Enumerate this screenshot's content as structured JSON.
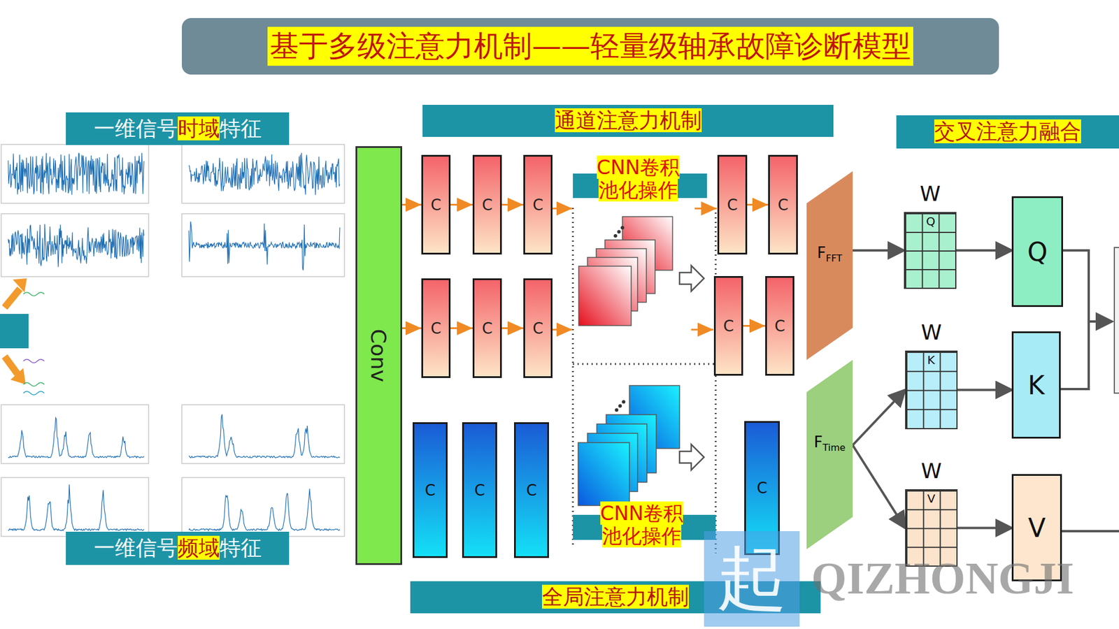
{
  "diagram": {
    "title": "基于多级注意力机制——轻量级轴承故障诊断模型",
    "nodes": [
      {
        "text": [
          "一维信号时域特征"
        ]
      },
      {
        "text": [
          "一维信号频域特征"
        ]
      },
      {
        "text": [
          "Conv"
        ]
      },
      {
        "text": [
          "通道注意力机制"
        ]
      },
      {
        "text": [
          "C"
        ]
      },
      {
        "text": [
          "C"
        ]
      },
      {
        "text": [
          "C"
        ]
      },
      {
        "text": [
          "C"
        ]
      },
      {
        "text": [
          "C"
        ]
      },
      {
        "text": [
          "C"
        ]
      },
      {
        "text": [
          "C"
        ]
      },
      {
        "text": [
          "C"
        ]
      },
      {
        "text": [
          "C"
        ]
      },
      {
        "text": [
          "CNN卷积 池化操作"
        ]
      },
      {
        "text": [
          "C"
        ]
      },
      {
        "text": [
          "C"
        ]
      },
      {
        "text": [
          "C"
        ]
      },
      {
        "text": [
          "C"
        ]
      },
      {
        "text": [
          "CNN卷积 池化操作"
        ]
      },
      {
        "text": [
          "C"
        ]
      },
      {
        "text": [
          "全局注意力机制"
        ]
      },
      {
        "text": [
          "FFFT"
        ]
      },
      {
        "text": [
          "FTime"
        ]
      },
      {
        "text": [
          "交叉注意力融合"
        ]
      },
      {
        "text": [
          "W",
          "Q"
        ]
      },
      {
        "text": [
          "Q"
        ]
      },
      {
        "text": [
          "W",
          "K"
        ]
      },
      {
        "text": [
          "K"
        ]
      },
      {
        "text": [
          "W",
          "V"
        ]
      },
      {
        "text": [
          "V"
        ]
      }
    ],
    "edges": [
      {
        "from": 2,
        "to": 4,
        "arrow": "to"
      },
      {
        "from": 4,
        "to": 5,
        "arrow": "to"
      },
      {
        "from": 5,
        "to": 6,
        "arrow": "to"
      },
      {
        "from": 2,
        "to": 7,
        "arrow": "to"
      },
      {
        "from": 7,
        "to": 8,
        "arrow": "to"
      },
      {
        "from": 8,
        "to": 9,
        "arrow": "to"
      },
      {
        "from": 14,
        "to": 15,
        "arrow": "to"
      },
      {
        "from": 16,
        "to": 17,
        "arrow": "to"
      },
      {
        "from": 21,
        "to": 24,
        "arrow": "to"
      },
      {
        "from": 24,
        "to": 25,
        "arrow": "to"
      },
      {
        "from": 22,
        "to": 26,
        "arrow": "to"
      },
      {
        "from": 22,
        "to": 28,
        "arrow": "to"
      },
      {
        "from": 26,
        "to": 27,
        "arrow": "to"
      },
      {
        "from": 28,
        "to": 29,
        "arrow": "to"
      }
    ],
    "labels": [
      "起",
      "QIZHONGJI"
    ]
  }
}
